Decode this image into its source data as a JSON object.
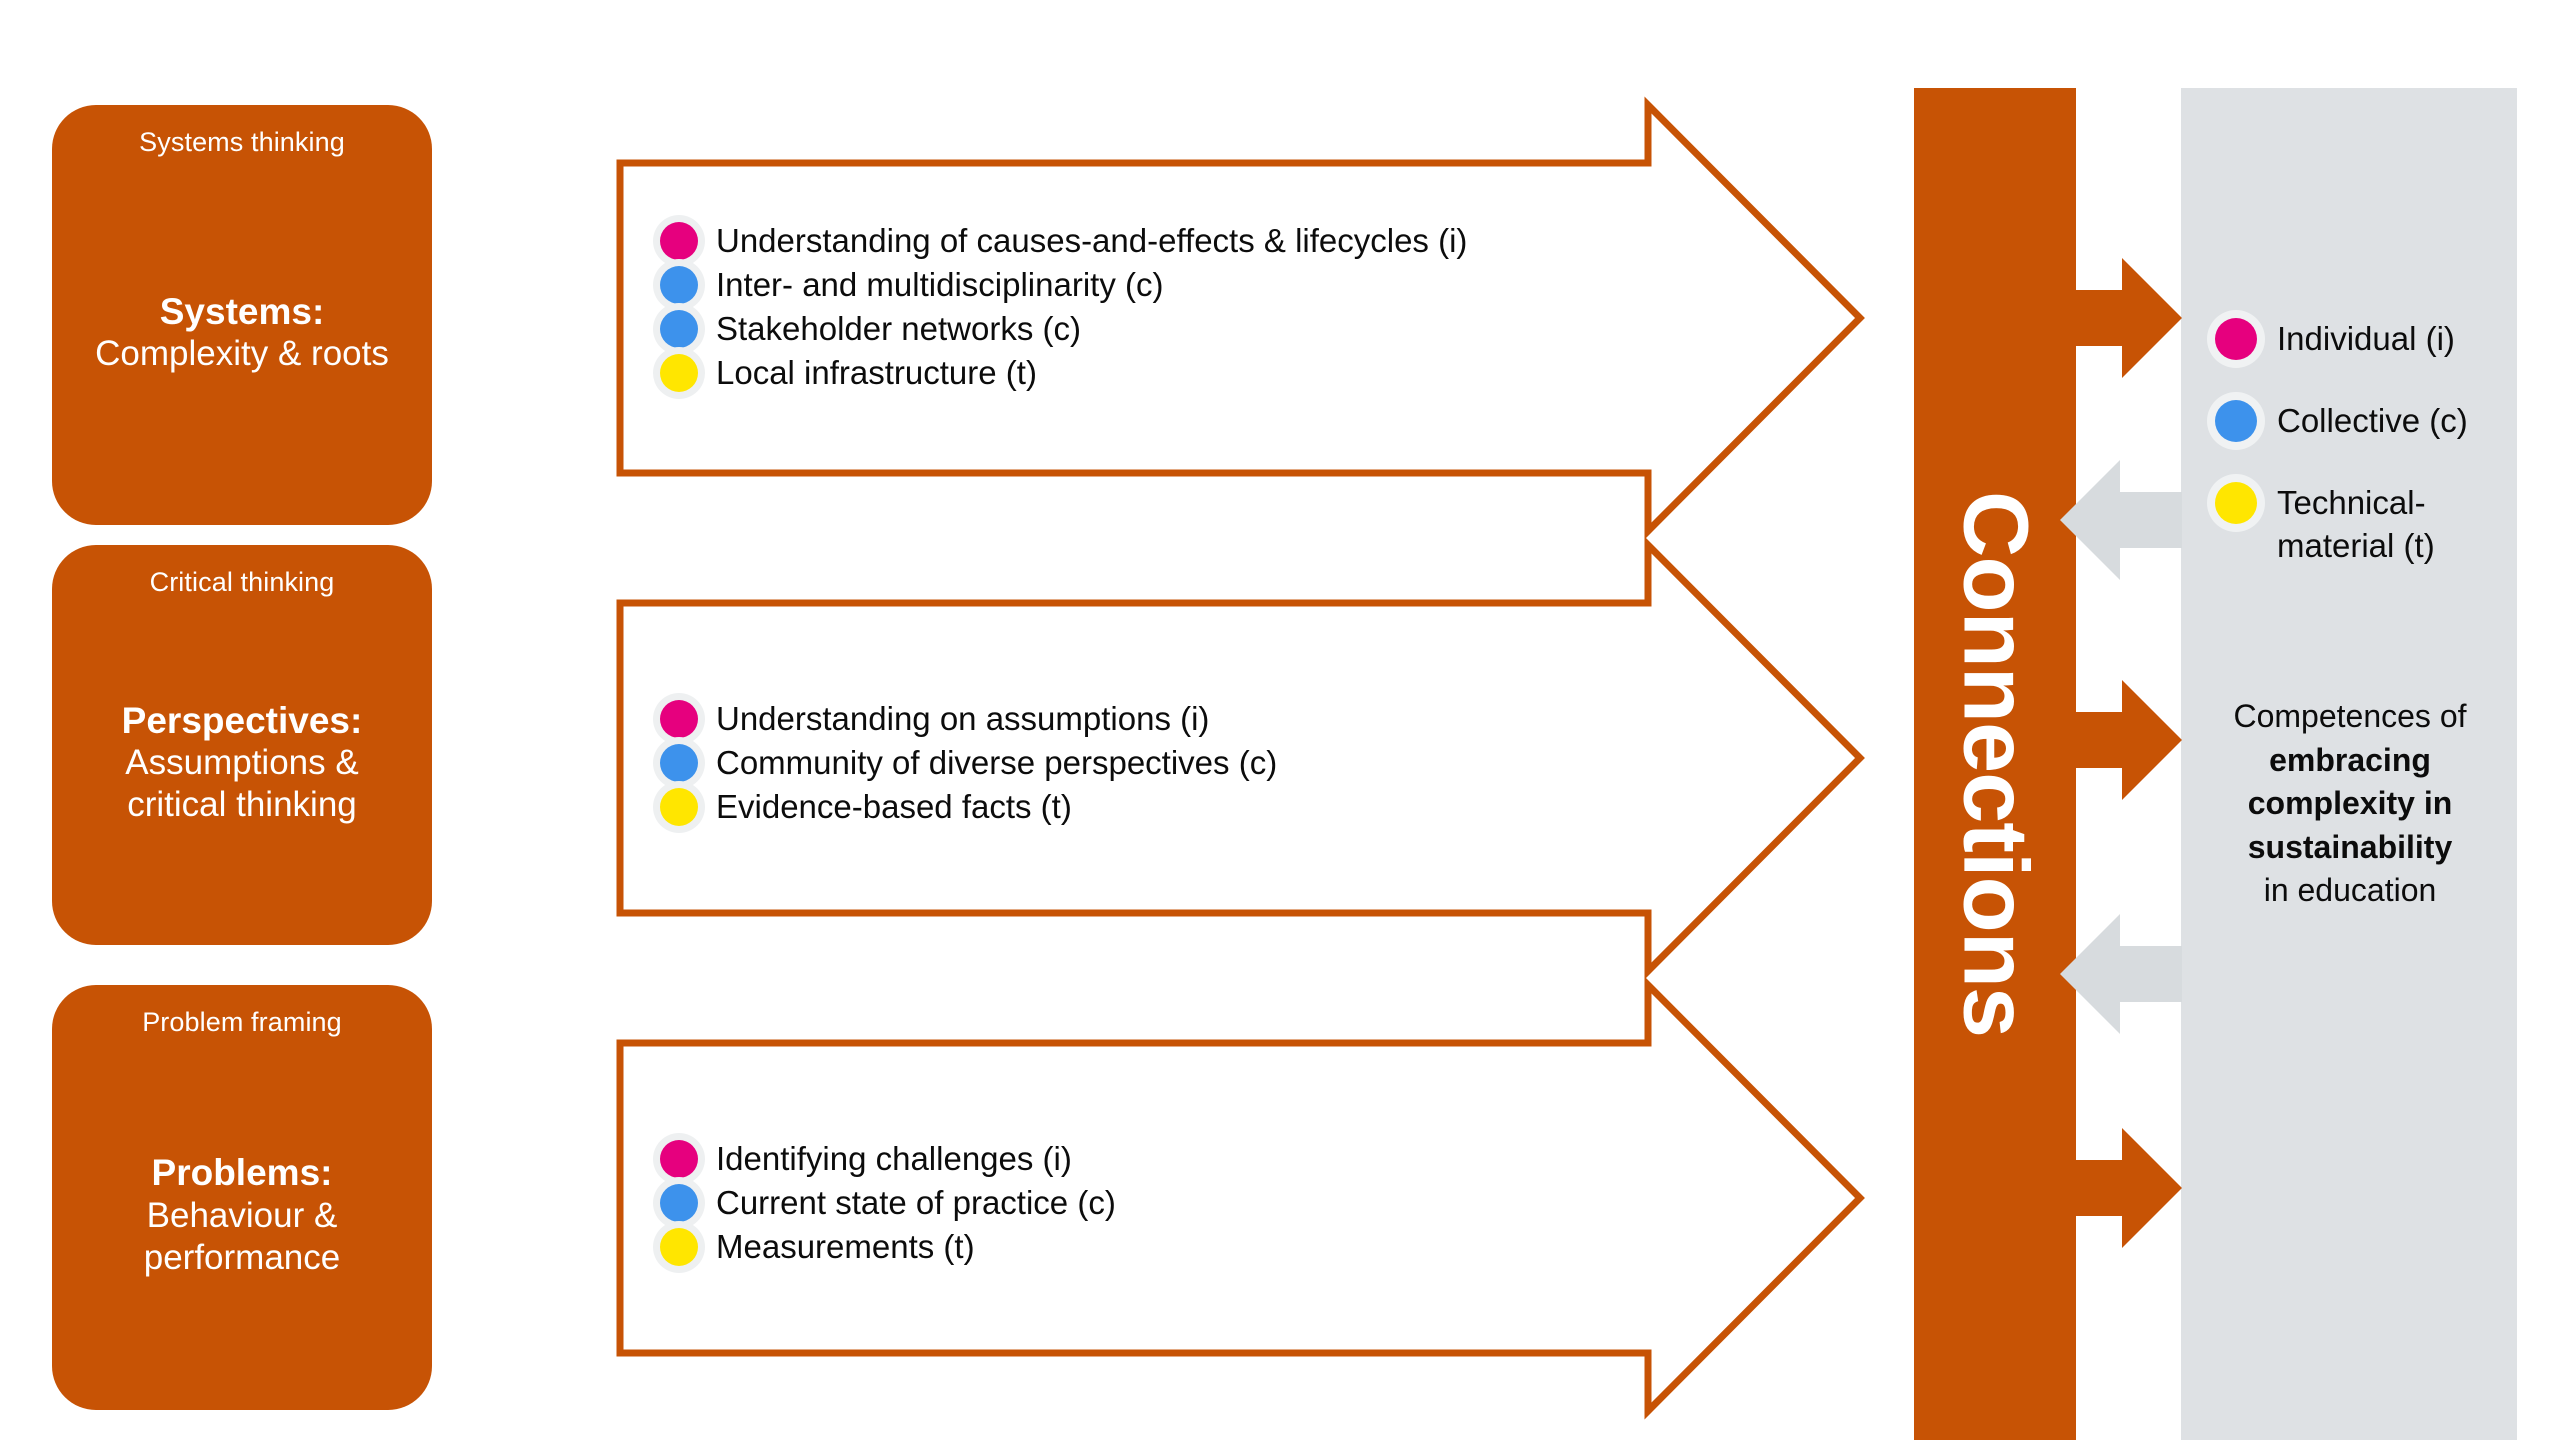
{
  "diagram": {
    "title": "Competences of embracing complexity in sustainability in education",
    "colors": {
      "orange": "#c75305",
      "gray_panel": "#dee1e4",
      "gray_arrow": "#d7dbde",
      "individual": "#e6007e",
      "collective": "#3d92ec",
      "technical": "#ffe600",
      "text": "#0c0c0c",
      "box_text": "#ffffff"
    }
  },
  "categories": [
    {
      "kicker": "Systems thinking",
      "title": "Systems:",
      "subtitle": "Complexity & roots",
      "items": [
        {
          "kind": "i",
          "label": "Understanding of causes-and-effects & lifecycles (i)"
        },
        {
          "kind": "c",
          "label": "Inter- and multidisciplinarity (c)"
        },
        {
          "kind": "c",
          "label": "Stakeholder networks (c)"
        },
        {
          "kind": "t",
          "label": "Local infrastructure (t)"
        }
      ]
    },
    {
      "kicker": "Critical thinking",
      "title": "Perspectives:",
      "subtitle": "Assumptions & critical thinking",
      "subtitle_line1": "Assumptions &",
      "subtitle_line2": "critical thinking",
      "items": [
        {
          "kind": "i",
          "label": "Understanding on assumptions (i)"
        },
        {
          "kind": "c",
          "label": "Community of diverse perspectives (c)"
        },
        {
          "kind": "t",
          "label": "Evidence-based facts (t)"
        }
      ]
    },
    {
      "kicker": "Problem framing",
      "title": "Problems:",
      "subtitle": "Behaviour & performance",
      "subtitle_line1": "Behaviour &",
      "subtitle_line2": "performance",
      "items": [
        {
          "kind": "i",
          "label": "Identifying challenges (i)"
        },
        {
          "kind": "c",
          "label": "Current state of practice (c)"
        },
        {
          "kind": "t",
          "label": "Measurements (t)"
        }
      ]
    }
  ],
  "connections_bar": {
    "label": "Connections"
  },
  "legend": {
    "items": [
      {
        "kind": "i",
        "label": "Individual (i)"
      },
      {
        "kind": "c",
        "label": "Collective (c)"
      },
      {
        "kind": "t",
        "label_line1": "Technical-",
        "label_line2": "material (t)",
        "label": "Technical-material (t)"
      }
    ]
  },
  "caption": {
    "line1": "Competences of",
    "line2": "embracing",
    "line3": "complexity in",
    "line4": "sustainability",
    "line5": "in education"
  }
}
